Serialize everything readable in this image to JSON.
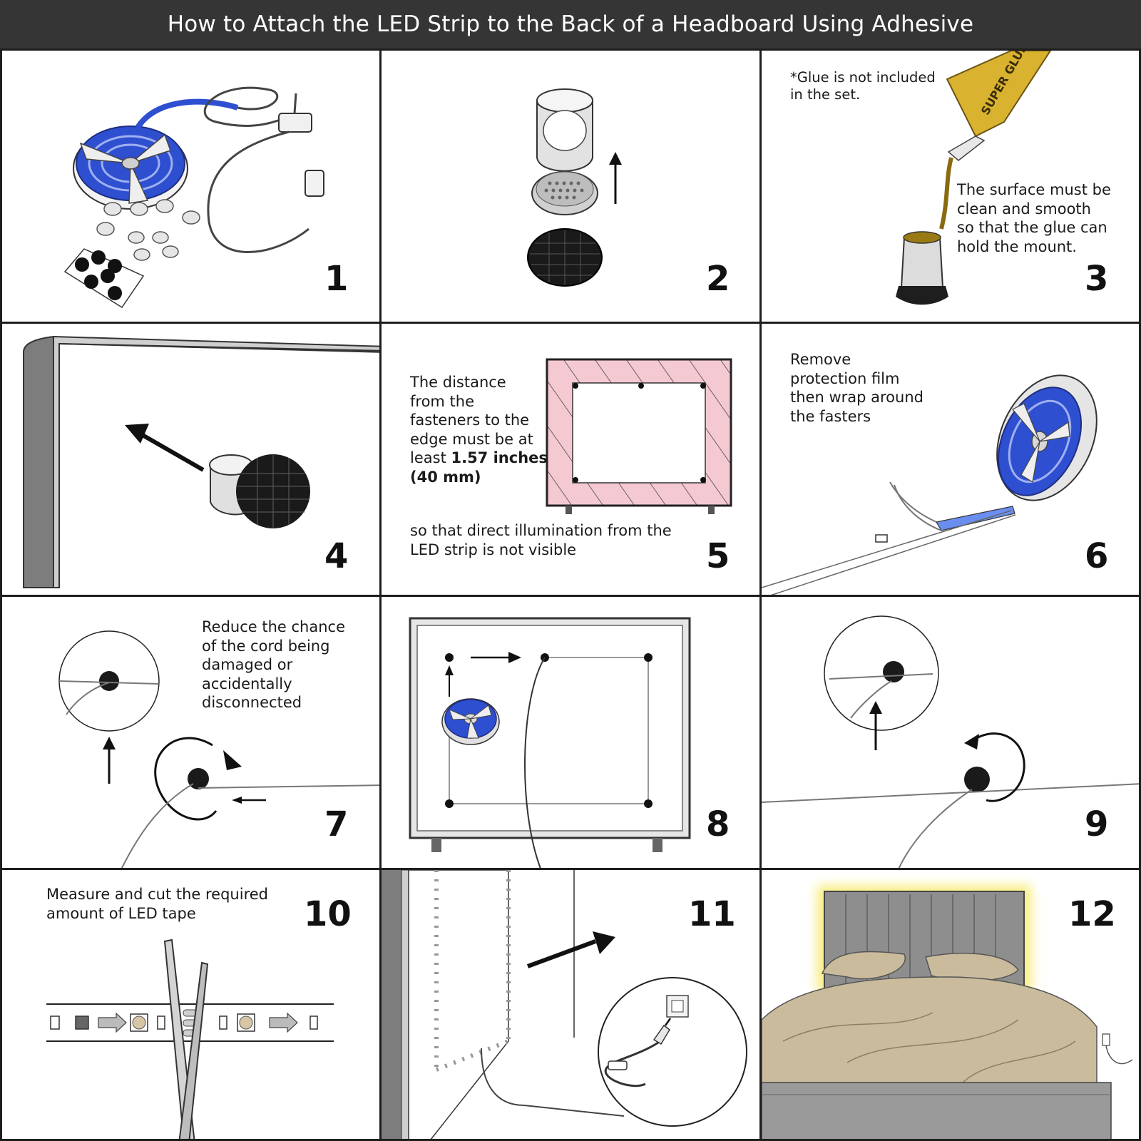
{
  "title": "How to Attach the LED Strip to the Back of a Headboard Using Adhesive",
  "colors": {
    "header_bg": "#353535",
    "strip_blue": "#2f4fd1",
    "glue_yellow": "#d9b230",
    "safe_zone_pink": "#f4c9d2",
    "bedding": "#c9bb9c",
    "headboard_gray": "#8e8e8e",
    "glow_yellow": "#f7ea6a"
  },
  "steps": [
    {
      "number": "1",
      "icon": "led-strip-kit-icon"
    },
    {
      "number": "2",
      "icon": "adhesive-mount-parts-icon"
    },
    {
      "number": "3",
      "icon": "super-glue-tube-icon",
      "note": "*Glue is not included\nin the set.",
      "glue_label": "SUPER GLUE",
      "caption": "The surface must be\nclean and smooth\nso that the glue can\nhold the mount."
    },
    {
      "number": "4",
      "icon": "mount-to-headboard-icon"
    },
    {
      "number": "5",
      "icon": "safe-zone-diagram-icon",
      "caption_pre": "The distance\nfrom the\nfasteners to the\nedge must be at\nleast ",
      "caption_bold": "1.57 inches\n(40 mm)",
      "caption2": "so that direct illumination from the\nLED strip is not visible"
    },
    {
      "number": "6",
      "icon": "remove-film-icon",
      "caption": "Remove\nprotection film\nthen wrap around\nthe fasters"
    },
    {
      "number": "7",
      "icon": "wrap-cord-icon",
      "caption": "Reduce the chance\nof the cord being\ndamaged or\naccidentally\ndisconnected"
    },
    {
      "number": "8",
      "icon": "route-strip-icon"
    },
    {
      "number": "9",
      "icon": "wrap-cord-around-fastener-icon"
    },
    {
      "number": "10",
      "icon": "cut-tape-scissors-icon",
      "caption": "Measure and cut the required\namount of LED tape"
    },
    {
      "number": "11",
      "icon": "plug-in-outlet-icon"
    },
    {
      "number": "12",
      "icon": "lit-headboard-bed-icon"
    }
  ]
}
